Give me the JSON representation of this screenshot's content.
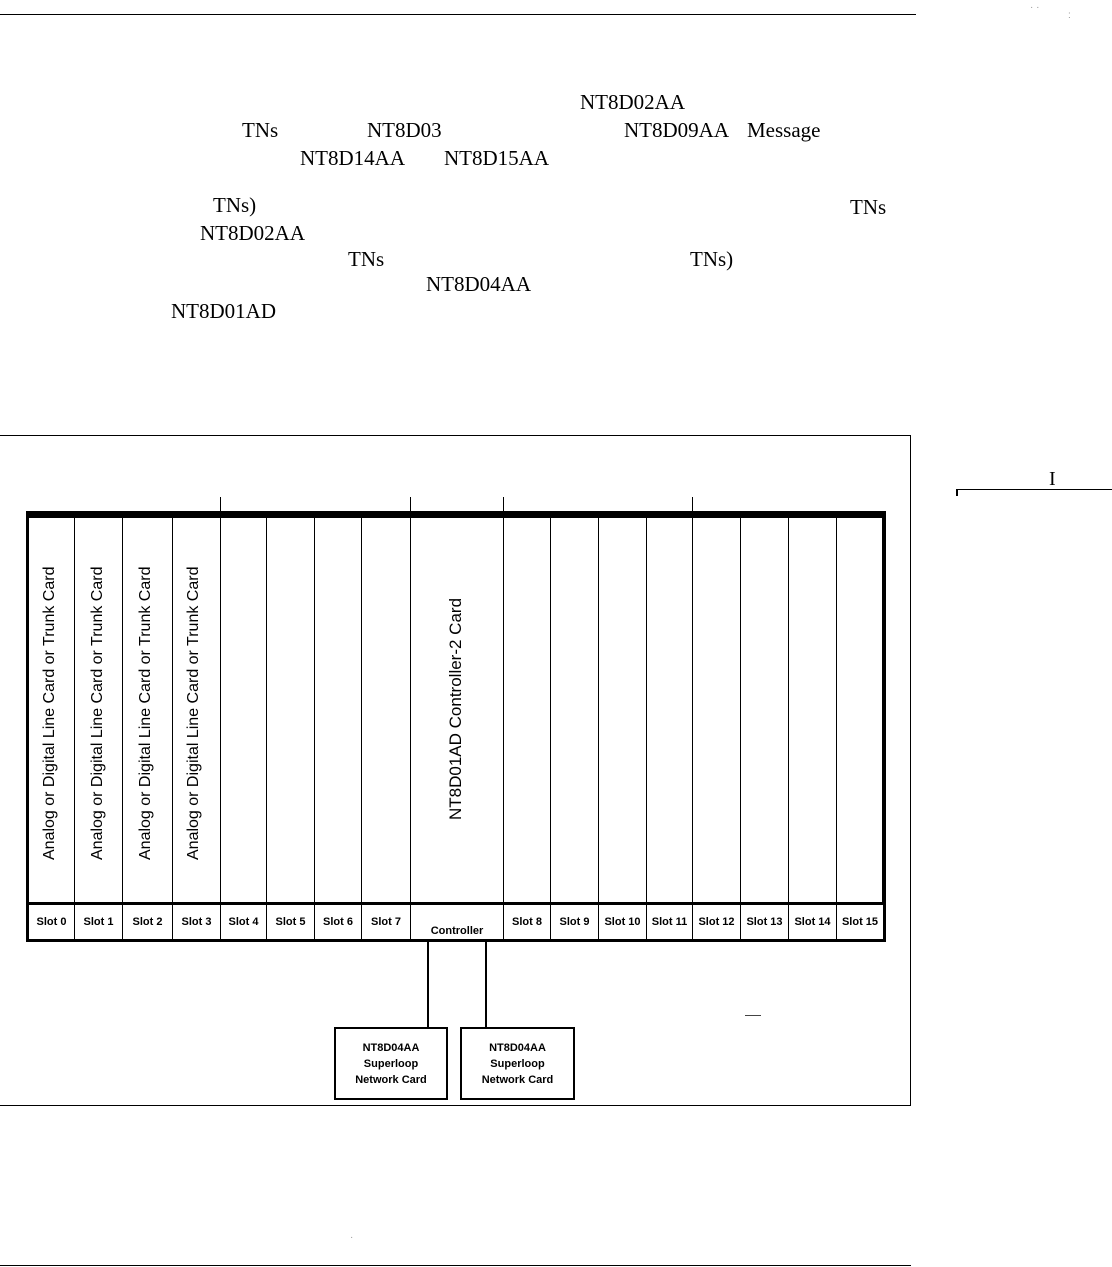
{
  "text_fragments": [
    {
      "id": "nt8d02aa-a",
      "text": "NT8D02AA"
    },
    {
      "id": "tns-a",
      "text": "TNs"
    },
    {
      "id": "nt8d03",
      "text": "NT8D03"
    },
    {
      "id": "nt8d09aa",
      "text": "NT8D09AA"
    },
    {
      "id": "message",
      "text": "Message"
    },
    {
      "id": "nt8d14aa",
      "text": "NT8D14AA"
    },
    {
      "id": "nt8d15aa",
      "text": "NT8D15AA"
    },
    {
      "id": "tns-paren-a",
      "text": "TNs)"
    },
    {
      "id": "tns-b",
      "text": "TNs"
    },
    {
      "id": "nt8d02aa-b",
      "text": "NT8D02AA"
    },
    {
      "id": "tns-c",
      "text": "TNs"
    },
    {
      "id": "tns-paren-b",
      "text": "TNs)"
    },
    {
      "id": "nt8d04aa",
      "text": "NT8D04AA"
    },
    {
      "id": "nt8d01ad",
      "text": "NT8D01AD"
    }
  ],
  "figure": {
    "card_labels": [
      "Analog or Digital Line Card or Trunk Card",
      "Analog or Digital Line Card or Trunk Card",
      "Analog or Digital Line Card or Trunk Card",
      "Analog or Digital Line Card or Trunk Card"
    ],
    "controller_card_label": "NT8D01AD Controller-2 Card",
    "slot_labels": [
      "Slot 0",
      "Slot 1",
      "Slot 2",
      "Slot 3",
      "Slot 4",
      "Slot 5",
      "Slot 6",
      "Slot 7",
      "Controller",
      "Slot 8",
      "Slot 9",
      "Slot 10",
      "Slot 11",
      "Slot 12",
      "Slot 13",
      "Slot 14",
      "Slot 15"
    ],
    "network_cards": [
      {
        "model": "NT8D04AA",
        "line1": "Superloop",
        "line2": "Network Card"
      },
      {
        "model": "NT8D04AA",
        "line1": "Superloop",
        "line2": "Network Card"
      }
    ]
  },
  "margin_mark": "I"
}
